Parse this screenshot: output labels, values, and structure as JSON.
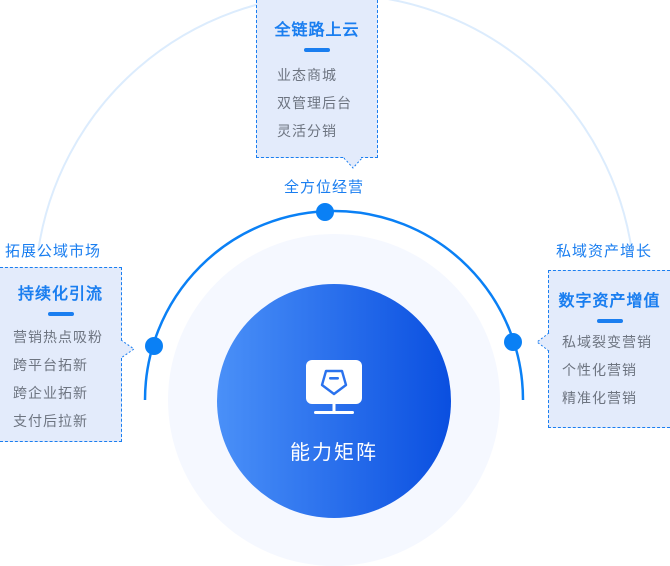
{
  "diagram": {
    "center": {
      "title": "能力矩阵",
      "icon": "monitor-shield-icon"
    },
    "colors": {
      "accent": "#1a7ef0",
      "card_bg": "#e3ebfb",
      "item_text": "#6d7480",
      "gradient_start": "#4a90f8",
      "gradient_end": "#0a4fe0",
      "halo": "#f5f8ff",
      "outer_ring": "#dcecfd"
    },
    "nodes": [
      {
        "label": "全方位经营",
        "card": {
          "title": "全链路上云",
          "items": [
            "业态商城",
            "双管理后台",
            "灵活分销"
          ]
        }
      },
      {
        "label": "拓展公域市场",
        "card": {
          "title": "持续化引流",
          "items": [
            "营销热点吸粉",
            "跨平台拓新",
            "跨企业拓新",
            "支付后拉新"
          ]
        }
      },
      {
        "label": "私域资产增长",
        "card": {
          "title": "数字资产增值",
          "items": [
            "私域裂变营销",
            "个性化营销",
            "精准化营销"
          ]
        }
      }
    ]
  }
}
